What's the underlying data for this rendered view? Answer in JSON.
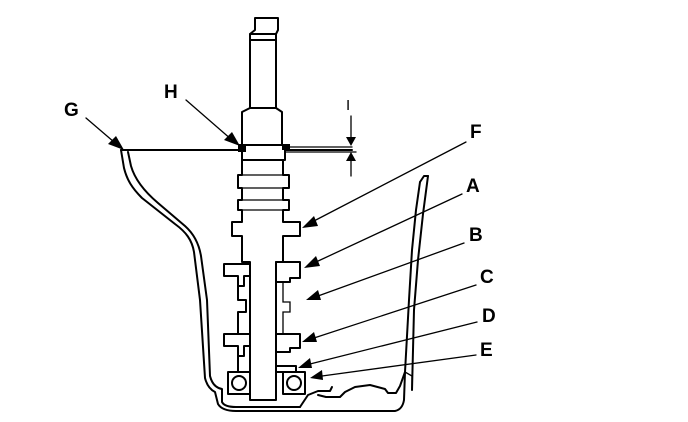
{
  "callouts": [
    {
      "id": "G",
      "label": "G"
    },
    {
      "id": "H",
      "label": "H"
    },
    {
      "id": "F",
      "label": "F"
    },
    {
      "id": "A",
      "label": "A"
    },
    {
      "id": "B",
      "label": "B"
    },
    {
      "id": "C",
      "label": "C"
    },
    {
      "id": "D",
      "label": "D"
    },
    {
      "id": "E",
      "label": "E"
    }
  ],
  "dimension": {
    "label": "I"
  },
  "colors": {
    "ink": "#000000",
    "paper": "#ffffff"
  }
}
